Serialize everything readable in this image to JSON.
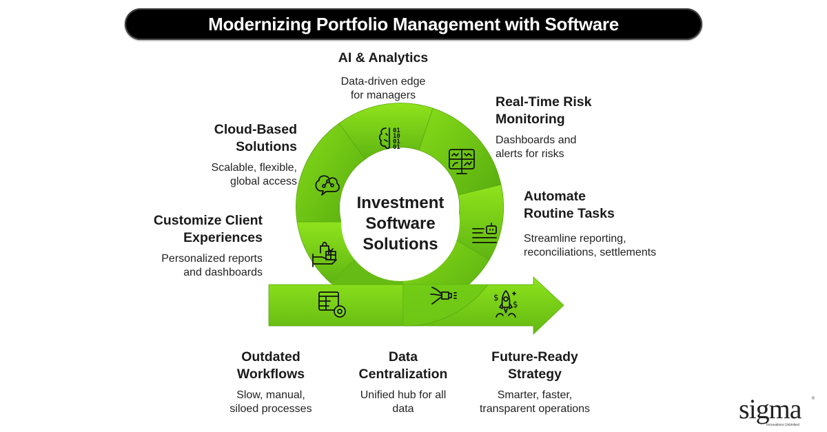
{
  "title": "Modernizing Portfolio Management with Software",
  "center": {
    "line1": "Investment",
    "line2": "Software",
    "line3": "Solutions"
  },
  "colors": {
    "green_light": "#8ce21a",
    "green_mid": "#6cc414",
    "green_dark": "#4fa10e",
    "title_bg": "#000000",
    "icon_stroke": "#111111"
  },
  "steps": [
    {
      "id": "outdated-workflows",
      "heading_1": "Outdated",
      "heading_2": "Workflows",
      "desc_1": "Slow, manual,",
      "desc_2": "siloed processes",
      "icon": "table-gear-icon"
    },
    {
      "id": "customize-client",
      "heading_1": "Customize Client",
      "heading_2": "Experiences",
      "desc_1": "Personalized reports",
      "desc_2": "and dashboards",
      "icon": "hand-gift-bag-icon"
    },
    {
      "id": "cloud-based",
      "heading_1": "Cloud-Based",
      "heading_2": "Solutions",
      "desc_1": "Scalable, flexible,",
      "desc_2": "global access",
      "icon": "cloud-network-icon"
    },
    {
      "id": "ai-analytics",
      "heading_1": "AI & Analytics",
      "heading_2": "",
      "desc_1": "Data-driven edge",
      "desc_2": "for managers",
      "icon": "brain-binary-icon"
    },
    {
      "id": "risk-monitoring",
      "heading_1": "Real-Time Risk",
      "heading_2": "Monitoring",
      "desc_1": "Dashboards and",
      "desc_2": "alerts for risks",
      "icon": "monitor-charts-icon"
    },
    {
      "id": "automate-tasks",
      "heading_1": "Automate",
      "heading_2": "Routine Tasks",
      "desc_1": "Streamline reporting,",
      "desc_2": "reconciliations, settlements",
      "icon": "robot-lines-icon"
    },
    {
      "id": "data-centralization",
      "heading_1": "Data",
      "heading_2": "Centralization",
      "desc_1": "Unified hub for all",
      "desc_2": "data",
      "icon": "cables-plug-icon"
    },
    {
      "id": "future-ready",
      "heading_1": "Future-Ready",
      "heading_2": "Strategy",
      "desc_1": "Smarter, faster,",
      "desc_2": "transparent operations",
      "icon": "rocket-dollar-icon"
    }
  ],
  "logo": {
    "word": "sigma",
    "tagline": "Innovations Unlimited",
    "registered": "®"
  }
}
